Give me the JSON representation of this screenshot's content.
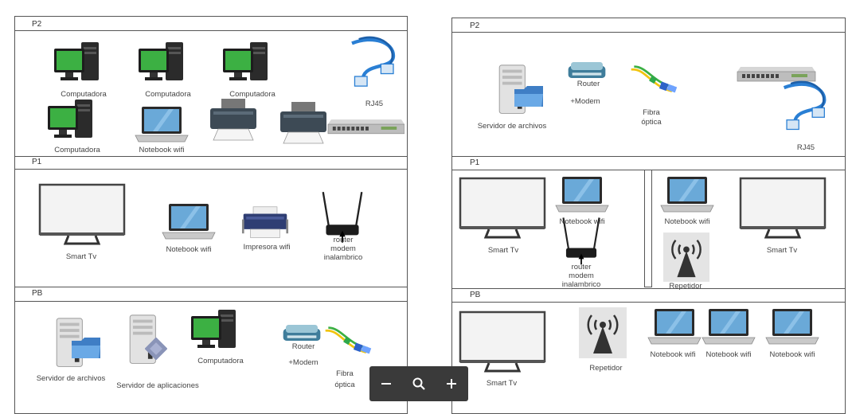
{
  "left": {
    "floors": [
      {
        "id": "P2",
        "label": "P2"
      },
      {
        "id": "P1",
        "label": "P1"
      },
      {
        "id": "PB",
        "label": "PB"
      }
    ],
    "labels": {
      "comp1": "Computadora",
      "comp2": "Computadora",
      "comp3": "Computadora",
      "comp4": "Computadora",
      "notebook_p2": "Notebook wifi",
      "rj45": "RJ45",
      "smart_tv": "Smart Tv",
      "notebook_p1": "Notebook wifi",
      "printer_wifi": "Impresora wifi",
      "router_wifi_1": "router",
      "router_wifi_2": "modem",
      "router_wifi_3": "inalambrico",
      "file_server": "Servidor de archivos",
      "app_server": "Servidor de aplicaciones",
      "comp_pb": "Computadora",
      "router_modem_1": "Router",
      "router_modem_2": "+Modem",
      "fiber_1": "Fibra",
      "fiber_2": "óptica"
    }
  },
  "right": {
    "floors": [
      {
        "id": "P2",
        "label": "P2"
      },
      {
        "id": "P1",
        "label": "P1"
      },
      {
        "id": "PB",
        "label": "PB"
      }
    ],
    "labels": {
      "file_server": "Servidor de archivos",
      "router_1": "Router",
      "router_2": "+Modem",
      "fiber_1": "Fibra",
      "fiber_2": "óptica",
      "rj45": "RJ45",
      "smart_tv_a": "Smart Tv",
      "notebook_a": "Notebook wifi",
      "router_wifi_1": "router",
      "router_wifi_2": "modem",
      "router_wifi_3": "inalambrico",
      "notebook_b": "Notebook wifi",
      "repeater_p1": "Repetidor",
      "smart_tv_b": "Smart Tv",
      "smart_tv_pb": "Smart Tv",
      "repeater_pb": "Repetidor",
      "notebook_pb1": "Notebook wifi",
      "notebook_pb2": "Notebook wifi",
      "notebook_pb3": "Notebook wifi"
    }
  },
  "zoom": {
    "out_icon": "minus-icon",
    "reset_icon": "magnifier-icon",
    "in_icon": "plus-icon"
  },
  "colors": {
    "monitor_screen": "#3cb043",
    "cable": "#2a7fd4",
    "laptop_screen": "#6aa9d8",
    "frame": "#555555",
    "zoom_bar": "#3a3a3a"
  }
}
